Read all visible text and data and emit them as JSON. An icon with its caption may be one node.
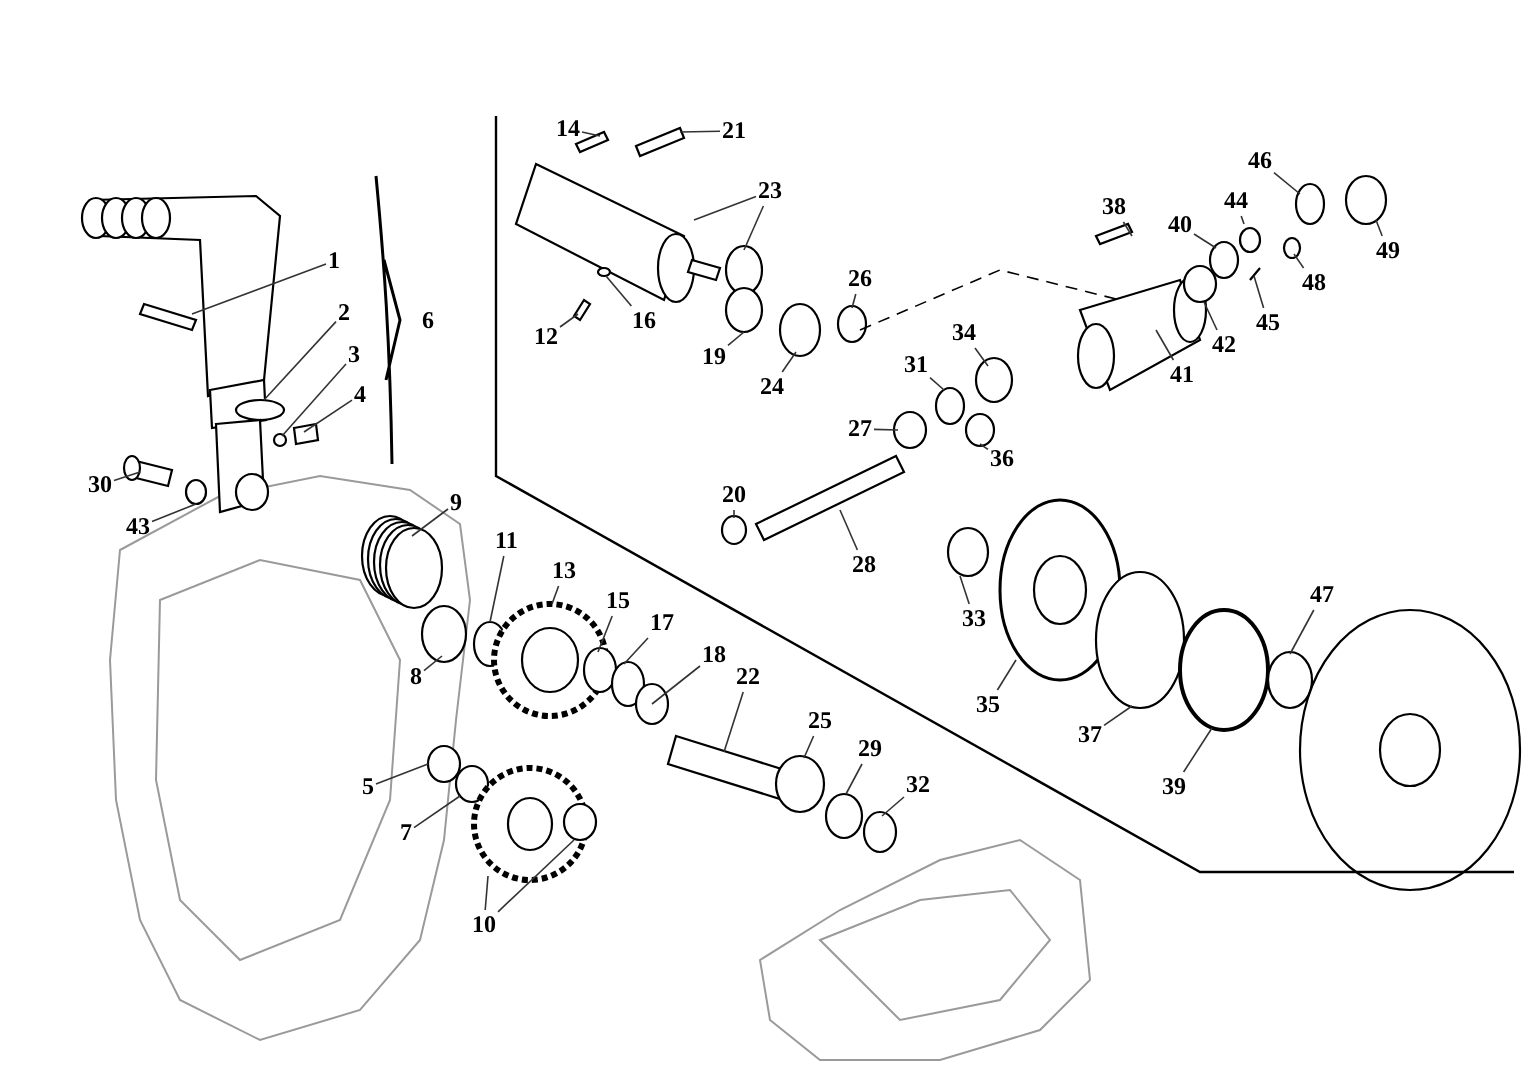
{
  "diagram": {
    "nodes": [
      {
        "text": [
          "14"
        ]
      },
      {
        "text": [
          "21"
        ]
      },
      {
        "text": [
          "23"
        ]
      },
      {
        "text": [
          "1"
        ]
      },
      {
        "text": [
          "38"
        ]
      },
      {
        "text": [
          "46"
        ]
      },
      {
        "text": [
          "44"
        ]
      },
      {
        "text": [
          "40"
        ]
      },
      {
        "text": [
          "49"
        ]
      },
      {
        "text": [
          "26"
        ]
      },
      {
        "text": [
          "48"
        ]
      },
      {
        "text": [
          "2"
        ]
      },
      {
        "text": [
          "16"
        ]
      },
      {
        "text": [
          "45"
        ]
      },
      {
        "text": [
          "12"
        ]
      },
      {
        "text": [
          "42"
        ]
      },
      {
        "text": [
          "3"
        ]
      },
      {
        "text": [
          "34"
        ]
      },
      {
        "text": [
          "19"
        ]
      },
      {
        "text": [
          "31"
        ]
      },
      {
        "text": [
          "41"
        ]
      },
      {
        "text": [
          "24"
        ]
      },
      {
        "text": [
          "4"
        ]
      },
      {
        "text": [
          "27"
        ]
      },
      {
        "text": [
          "36"
        ]
      },
      {
        "text": [
          "30"
        ]
      },
      {
        "text": [
          "20"
        ]
      },
      {
        "text": [
          "9"
        ]
      },
      {
        "text": [
          "43"
        ]
      },
      {
        "text": [
          "11"
        ]
      },
      {
        "text": [
          "28"
        ]
      },
      {
        "text": [
          "13"
        ]
      },
      {
        "text": [
          "47"
        ]
      },
      {
        "text": [
          "15"
        ]
      },
      {
        "text": [
          "33"
        ]
      },
      {
        "text": [
          "17"
        ]
      },
      {
        "text": [
          "18"
        ]
      },
      {
        "text": [
          "8"
        ]
      },
      {
        "text": [
          "22"
        ]
      },
      {
        "text": [
          "35"
        ]
      },
      {
        "text": [
          "25"
        ]
      },
      {
        "text": [
          "37"
        ]
      },
      {
        "text": [
          "29"
        ]
      },
      {
        "text": [
          "5"
        ]
      },
      {
        "text": [
          "32"
        ]
      },
      {
        "text": [
          "39"
        ]
      },
      {
        "text": [
          "7"
        ]
      },
      {
        "text": [
          "10"
        ]
      }
    ],
    "edges": [
      {
        "from": 0,
        "to": null,
        "arrow": "none"
      },
      {
        "from": 1,
        "to": null,
        "arrow": "none"
      },
      {
        "from": 2,
        "to": null,
        "arrow": "none"
      },
      {
        "from": 2,
        "to": null,
        "arrow": "none"
      },
      {
        "from": 3,
        "to": null,
        "arrow": "none"
      },
      {
        "from": 4,
        "to": null,
        "arrow": "none"
      },
      {
        "from": 5,
        "to": null,
        "arrow": "none"
      },
      {
        "from": 6,
        "to": null,
        "arrow": "none"
      },
      {
        "from": 7,
        "to": null,
        "arrow": "none"
      },
      {
        "from": 8,
        "to": null,
        "arrow": "none"
      },
      {
        "from": 9,
        "to": null,
        "arrow": "none"
      },
      {
        "from": 10,
        "to": null,
        "arrow": "none"
      },
      {
        "from": 11,
        "to": null,
        "arrow": "none"
      },
      {
        "from": 12,
        "to": null,
        "arrow": "none"
      },
      {
        "from": 13,
        "to": null,
        "arrow": "none"
      },
      {
        "from": 14,
        "to": null,
        "arrow": "none"
      },
      {
        "from": 15,
        "to": null,
        "arrow": "none"
      },
      {
        "from": 16,
        "to": null,
        "arrow": "none"
      },
      {
        "from": 17,
        "to": null,
        "arrow": "none"
      },
      {
        "from": 18,
        "to": null,
        "arrow": "none"
      },
      {
        "from": 19,
        "to": null,
        "arrow": "none"
      },
      {
        "from": 20,
        "to": null,
        "arrow": "none"
      },
      {
        "from": 21,
        "to": null,
        "arrow": "none"
      },
      {
        "from": 22,
        "to": null,
        "arrow": "none"
      },
      {
        "from": 23,
        "to": null,
        "arrow": "none"
      },
      {
        "from": 24,
        "to": null,
        "arrow": "none"
      },
      {
        "from": 25,
        "to": null,
        "arrow": "none"
      },
      {
        "from": 26,
        "to": null,
        "arrow": "none"
      },
      {
        "from": 27,
        "to": null,
        "arrow": "none"
      },
      {
        "from": 28,
        "to": null,
        "arrow": "none"
      },
      {
        "from": 29,
        "to": null,
        "arrow": "none"
      },
      {
        "from": 30,
        "to": null,
        "arrow": "none"
      },
      {
        "from": 31,
        "to": null,
        "arrow": "none"
      },
      {
        "from": 32,
        "to": null,
        "arrow": "none"
      },
      {
        "from": 33,
        "to": null,
        "arrow": "none"
      },
      {
        "from": 34,
        "to": null,
        "arrow": "none"
      },
      {
        "from": 35,
        "to": null,
        "arrow": "none"
      },
      {
        "from": 36,
        "to": null,
        "arrow": "none"
      },
      {
        "from": 37,
        "to": null,
        "arrow": "none"
      },
      {
        "from": 38,
        "to": null,
        "arrow": "none"
      },
      {
        "from": 39,
        "to": null,
        "arrow": "none"
      },
      {
        "from": 40,
        "to": null,
        "arrow": "none"
      },
      {
        "from": 41,
        "to": null,
        "arrow": "none"
      },
      {
        "from": 42,
        "to": null,
        "arrow": "none"
      },
      {
        "from": 43,
        "to": null,
        "arrow": "none"
      },
      {
        "from": 44,
        "to": null,
        "arrow": "none"
      },
      {
        "from": 45,
        "to": null,
        "arrow": "none"
      },
      {
        "from": 46,
        "to": null,
        "arrow": "none"
      },
      {
        "from": 47,
        "to": null,
        "arrow": "none"
      },
      {
        "from": 47,
        "to": null,
        "arrow": "none"
      }
    ],
    "labels": [
      "6"
    ]
  }
}
